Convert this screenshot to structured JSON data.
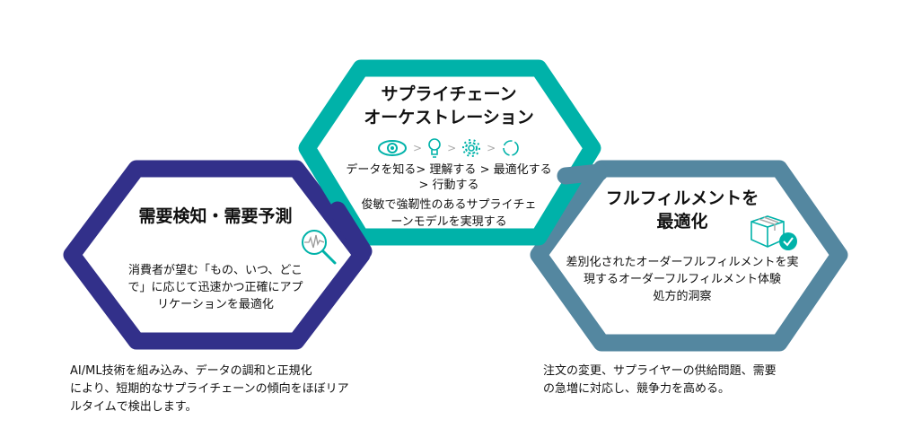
{
  "colors": {
    "demand": "#32308a",
    "orchestration": "#00b2a9",
    "fulfillment": "#5487a0"
  },
  "orchestration": {
    "title_line1": "サプライチェーン",
    "title_line2": "オーケストレーション",
    "icons": [
      "eye-icon",
      "lightbulb-icon",
      "gear-icon",
      "cycle-icon"
    ],
    "steps_line1": "データを知る> 理解する > 最適化する",
    "steps_line2": "> 行動する",
    "body_line1": "俊敏で強靭性のあるサプライチェ",
    "body_line2": "ーンモデルを実現する"
  },
  "demand": {
    "title": "需要検知・需要予測",
    "icon": "magnifier-pulse-icon",
    "body_line1": "消費者が望む「もの、いつ、どこ",
    "body_line2": "で」に応じて迅速かつ正確にアプ",
    "body_line3": "リケーションを最適化",
    "foot_line1": "AI/ML技術を組み込み、データの調和と正規化",
    "foot_line2": "により、短期的なサプライチェーンの傾向をほぼリア",
    "foot_line3": "ルタイムで検出します。"
  },
  "fulfillment": {
    "title_line1": "フルフィルメントを",
    "title_line2": "最適化",
    "icon": "package-check-icon",
    "body_line1": "差別化されたオーダーフルフィルメントを実",
    "body_line2": "現するオーダーフルフィルメント体験",
    "body_line3": "処方的洞察",
    "foot_line1": "注文の変更、サプライヤーの供給問題、需要",
    "foot_line2": "の急増に対応し、競争力を高める。"
  }
}
